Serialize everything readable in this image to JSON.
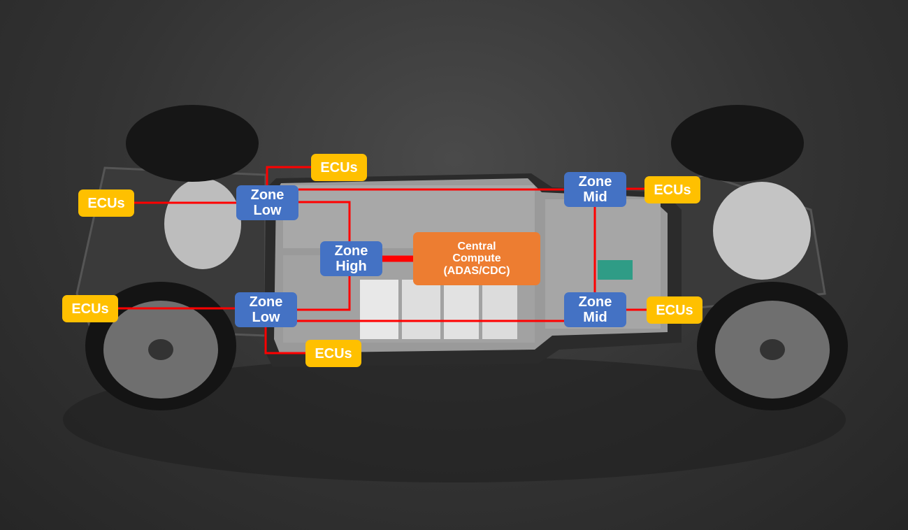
{
  "diagram": {
    "central": {
      "line1": "Central",
      "line2": "Compute",
      "line3": "(ADAS/CDC)"
    },
    "zones": {
      "low_front": {
        "line1": "Zone",
        "line2": "Low"
      },
      "low_rear": {
        "line1": "Zone",
        "line2": "Low"
      },
      "high": {
        "line1": "Zone",
        "line2": "High"
      },
      "mid_top": {
        "line1": "Zone",
        "line2": "Mid"
      },
      "mid_bottom": {
        "line1": "Zone",
        "line2": "Mid"
      }
    },
    "ecus": {
      "top": "ECUs",
      "left_upper": "ECUs",
      "left_lower": "ECUs",
      "bottom": "ECUs",
      "right_upper": "ECUs",
      "right_lower": "ECUs"
    },
    "colors": {
      "ecu": "#ffc000",
      "zone": "#4472c4",
      "central": "#ed7d31",
      "link": "#ff0000"
    }
  }
}
